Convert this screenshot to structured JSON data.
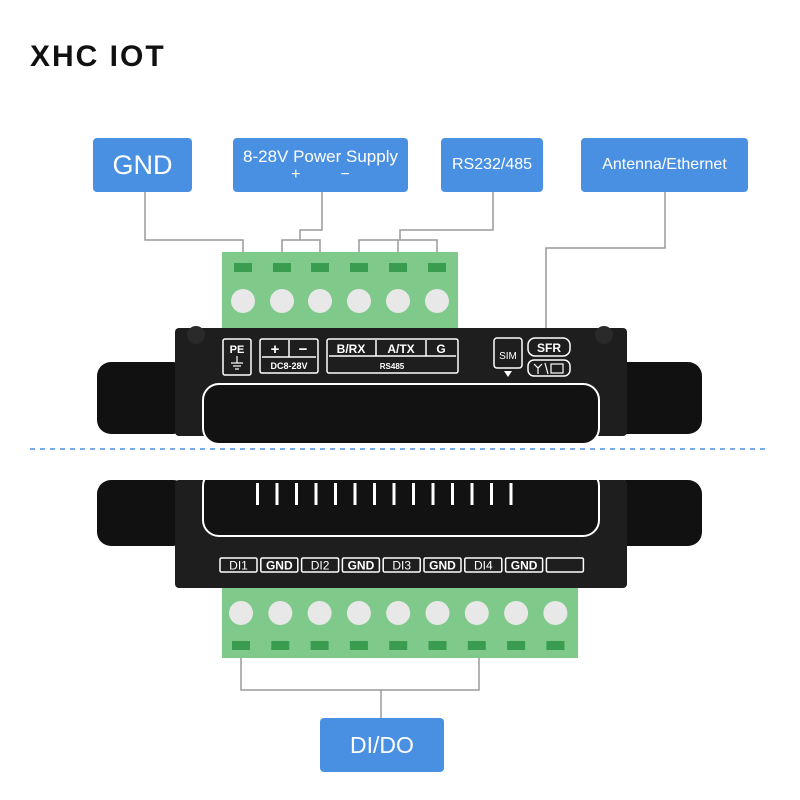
{
  "brand": "XHC IOT",
  "callouts": {
    "gnd": "GND",
    "power": {
      "line1": "8-28V Power Supply",
      "plus": "+",
      "minus": "−"
    },
    "serial": "RS232/485",
    "antenna": "Antenna/Ethernet",
    "dio": "DI/DO"
  },
  "device_labels": {
    "pe": "PE",
    "plus": "+",
    "minus": "−",
    "dc_range": "DC8-28V",
    "brx": "B/RX",
    "atx": "A/TX",
    "g": "G",
    "rs485": "RS485",
    "sim": "SIM",
    "sfr": "SFR"
  },
  "bottom_labels": [
    "DI1",
    "GND",
    "DI2",
    "GND",
    "DI3",
    "GND",
    "DI4",
    "GND",
    ""
  ],
  "colors": {
    "callout": "#4a90e2",
    "terminal_green": "#7fc98a",
    "terminal_slot": "#3a9c4f",
    "body": "#1e1e1e",
    "leader_line": "#9a9a9a",
    "split_line": "#4a90e2"
  }
}
